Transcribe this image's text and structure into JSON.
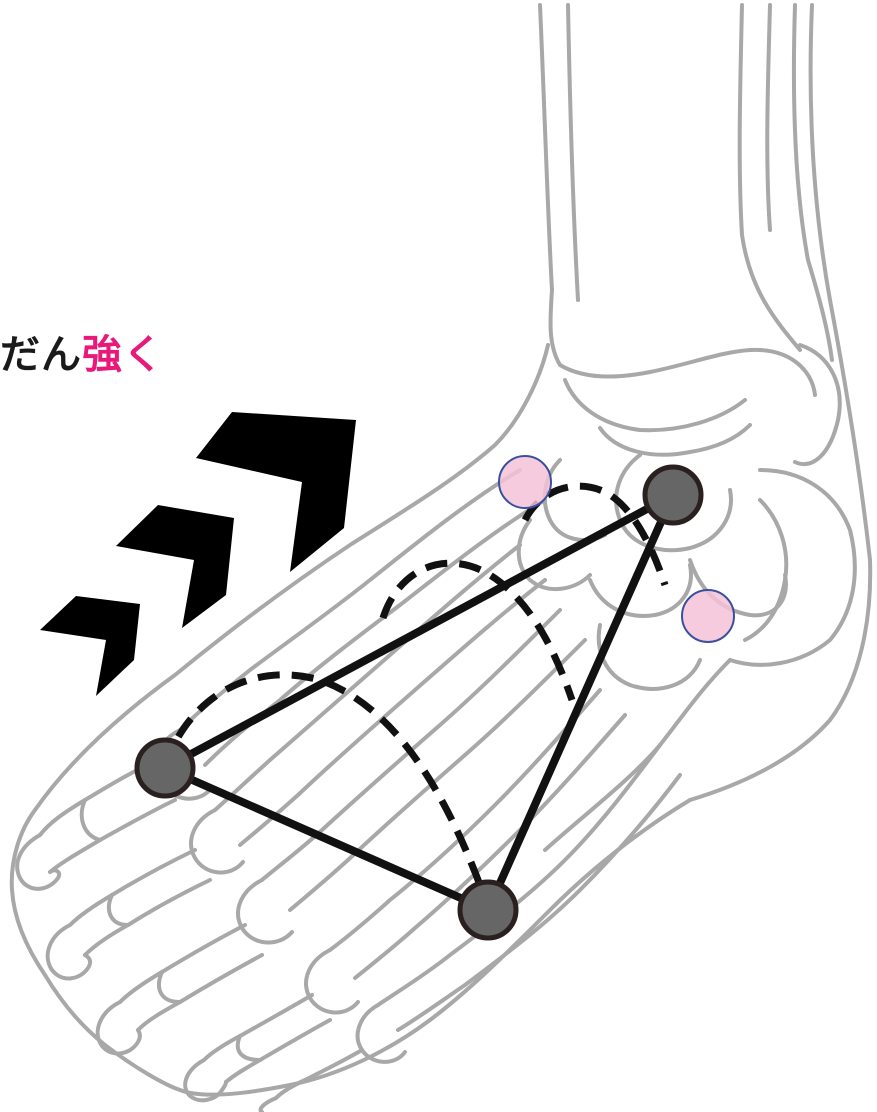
{
  "caption": {
    "lead": "だん",
    "emphasis": "強く"
  },
  "colors": {
    "bone_outline": "#a8a8a8",
    "arch_line": "#111111",
    "node_fill": "#666666",
    "node_stroke": "#2b2020",
    "marker_fill": "#f4c2d7",
    "marker_stroke": "#3a4f9e",
    "chevron": "#000000",
    "caption_emphasis": "#e8197a"
  },
  "icons": [
    "foot-skeleton",
    "triple-chevron-arrow",
    "arch-node",
    "pressure-marker"
  ]
}
